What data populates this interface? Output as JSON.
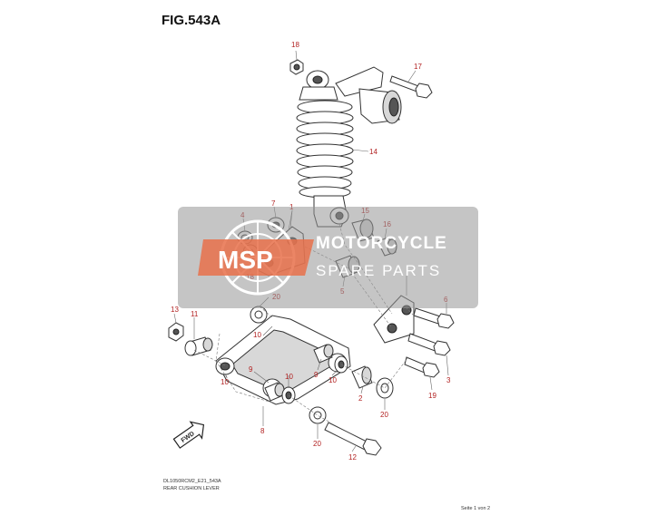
{
  "figure": {
    "title": "FIG.543A"
  },
  "callouts": [
    {
      "id": "c18a",
      "label": "18"
    },
    {
      "id": "c17",
      "label": "17"
    },
    {
      "id": "c14",
      "label": "14"
    },
    {
      "id": "c7",
      "label": "7"
    },
    {
      "id": "c4",
      "label": "4"
    },
    {
      "id": "c1",
      "label": "1"
    },
    {
      "id": "c15",
      "label": "15"
    },
    {
      "id": "c16",
      "label": "16"
    },
    {
      "id": "c18b",
      "label": "18"
    },
    {
      "id": "c5",
      "label": "5"
    },
    {
      "id": "c20a",
      "label": "20"
    },
    {
      "id": "c6",
      "label": "6"
    },
    {
      "id": "c13",
      "label": "13"
    },
    {
      "id": "c11",
      "label": "11"
    },
    {
      "id": "c10a",
      "label": "10"
    },
    {
      "id": "c9a",
      "label": "9"
    },
    {
      "id": "c10b",
      "label": "10"
    },
    {
      "id": "c3",
      "label": "3"
    },
    {
      "id": "c10c",
      "label": "10"
    },
    {
      "id": "c9b",
      "label": "9"
    },
    {
      "id": "c10d",
      "label": "10"
    },
    {
      "id": "c19",
      "label": "19"
    },
    {
      "id": "c2",
      "label": "2"
    },
    {
      "id": "c8",
      "label": "8"
    },
    {
      "id": "c20b",
      "label": "20"
    },
    {
      "id": "c20c",
      "label": "20"
    },
    {
      "id": "c12",
      "label": "12"
    }
  ],
  "fwd_label": "FWD",
  "watermark": {
    "line1": "MOTORCYCLE",
    "line2": "SPARE PARTS",
    "logo_text": "MSP"
  },
  "footer": {
    "code": "DL1050RCM2_E21_543A",
    "name": "REAR CUSHION LEVER",
    "page": "Seite 1 von 2"
  }
}
